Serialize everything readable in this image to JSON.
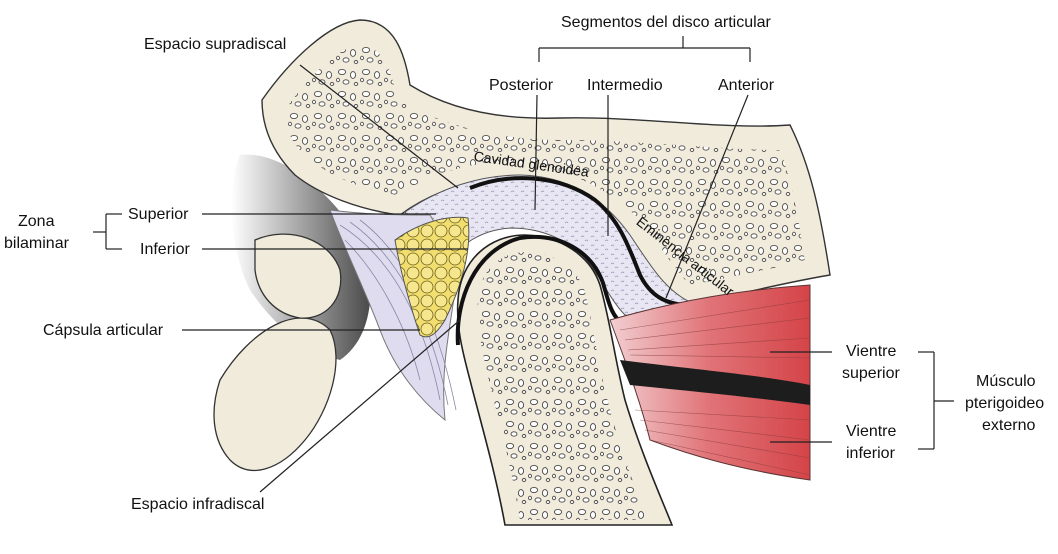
{
  "labels": {
    "segmentos": "Segmentos del disco articular",
    "posterior": "Posterior",
    "intermedio": "Intermedio",
    "anterior": "Anterior",
    "espacio_supradiscal": "Espacio supradiscal",
    "zona_line1": "Zona",
    "zona_line2": "bilaminar",
    "superior": "Superior",
    "inferior": "Inferior",
    "capsula": "Cápsula articular",
    "espacio_infradiscal": "Espacio infradiscal",
    "vientre_sup_line1": "Vientre",
    "vientre_sup_line2": "superior",
    "vientre_inf_line1": "Vientre",
    "vientre_inf_line2": "inferior",
    "musculo_line1": "Músculo",
    "musculo_line2": "pterigoideo",
    "musculo_line3": "externo",
    "cavidad_glenoidea": "Cavidad glenoidea",
    "eminencia_articular": "Eminencia articular"
  },
  "colors": {
    "bone": "#f1ebdc",
    "bone_edge": "#3a3a3a",
    "disc": "#e6e4f2",
    "fat": "#f2de6e",
    "muscle": "#d9484c",
    "line": "#222222"
  }
}
